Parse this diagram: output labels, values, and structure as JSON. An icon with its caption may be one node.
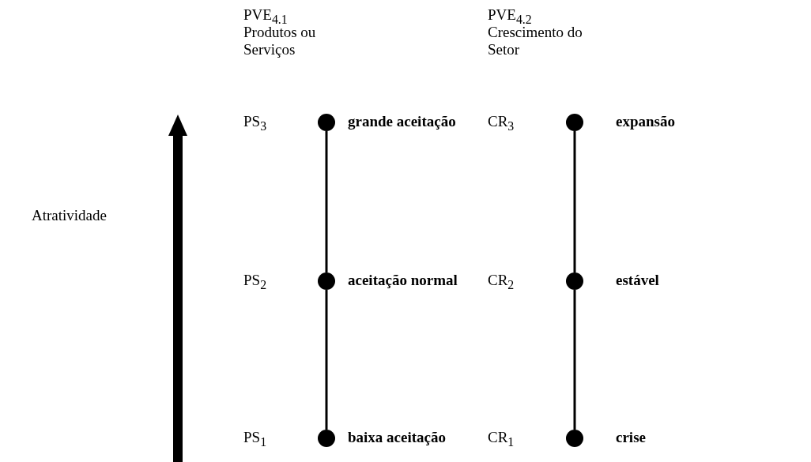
{
  "diagram": {
    "nodes": [
      {
        "text": [],
        "shape": "circle",
        "beside": [
          "PS$_{3}$",
          "grande aceitação"
        ]
      },
      {
        "text": [],
        "shape": "circle",
        "beside": [
          "CR$_{3}$",
          "expansão"
        ]
      },
      {
        "text": [],
        "shape": "circle",
        "beside": [
          "PS$_{2}$",
          "aceitação normal"
        ]
      },
      {
        "text": [],
        "shape": "circle",
        "beside": [
          "CR$_{2}$",
          "estável"
        ]
      },
      {
        "text": [],
        "shape": "circle",
        "beside": [
          "PS$_{1}$",
          "baixa aceitação"
        ]
      },
      {
        "text": [],
        "shape": "circle",
        "beside": [
          "CR$_{1}$",
          "crise"
        ]
      }
    ],
    "edges": [
      {
        "from": 0,
        "to": 2,
        "arrow": "none"
      },
      {
        "from": 2,
        "to": 4,
        "arrow": "none"
      },
      {
        "from": 1,
        "to": 3,
        "arrow": "none"
      },
      {
        "from": 3,
        "to": 5,
        "arrow": "none"
      }
    ],
    "labels": [
      "PVE$_{4.1}$",
      "Produtos ou Serviços",
      "PVE$_{4.2}$",
      "Crescimento do Setor",
      "Atratividade"
    ]
  }
}
